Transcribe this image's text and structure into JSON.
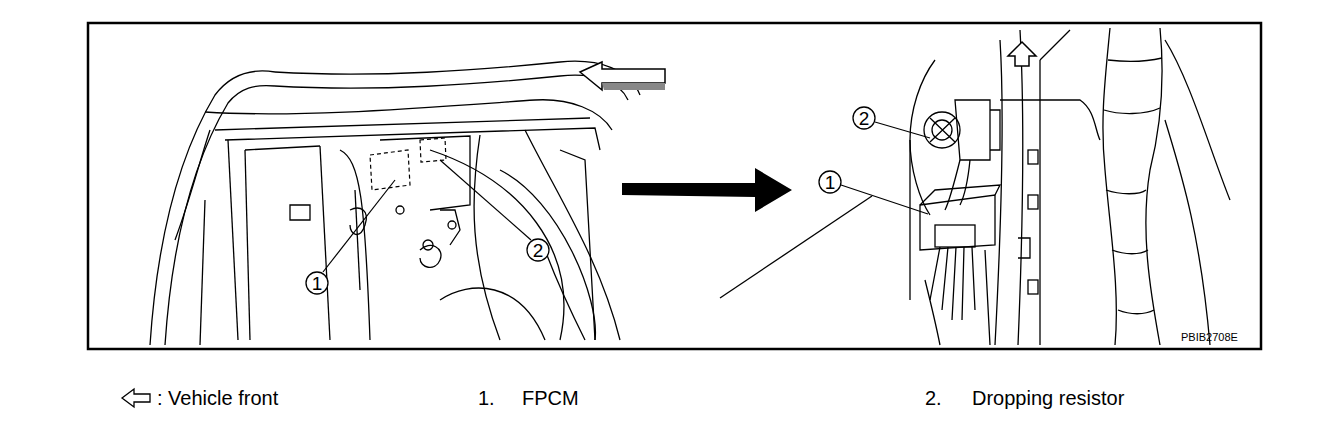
{
  "diagram": {
    "labels": [
      "1",
      "2",
      "2",
      "1",
      "PBIB2708E",
      "1.",
      "FPCM",
      "2.",
      "Dropping resistor"
    ],
    "legend": [
      {
        "text": ": Vehicle front"
      }
    ]
  }
}
